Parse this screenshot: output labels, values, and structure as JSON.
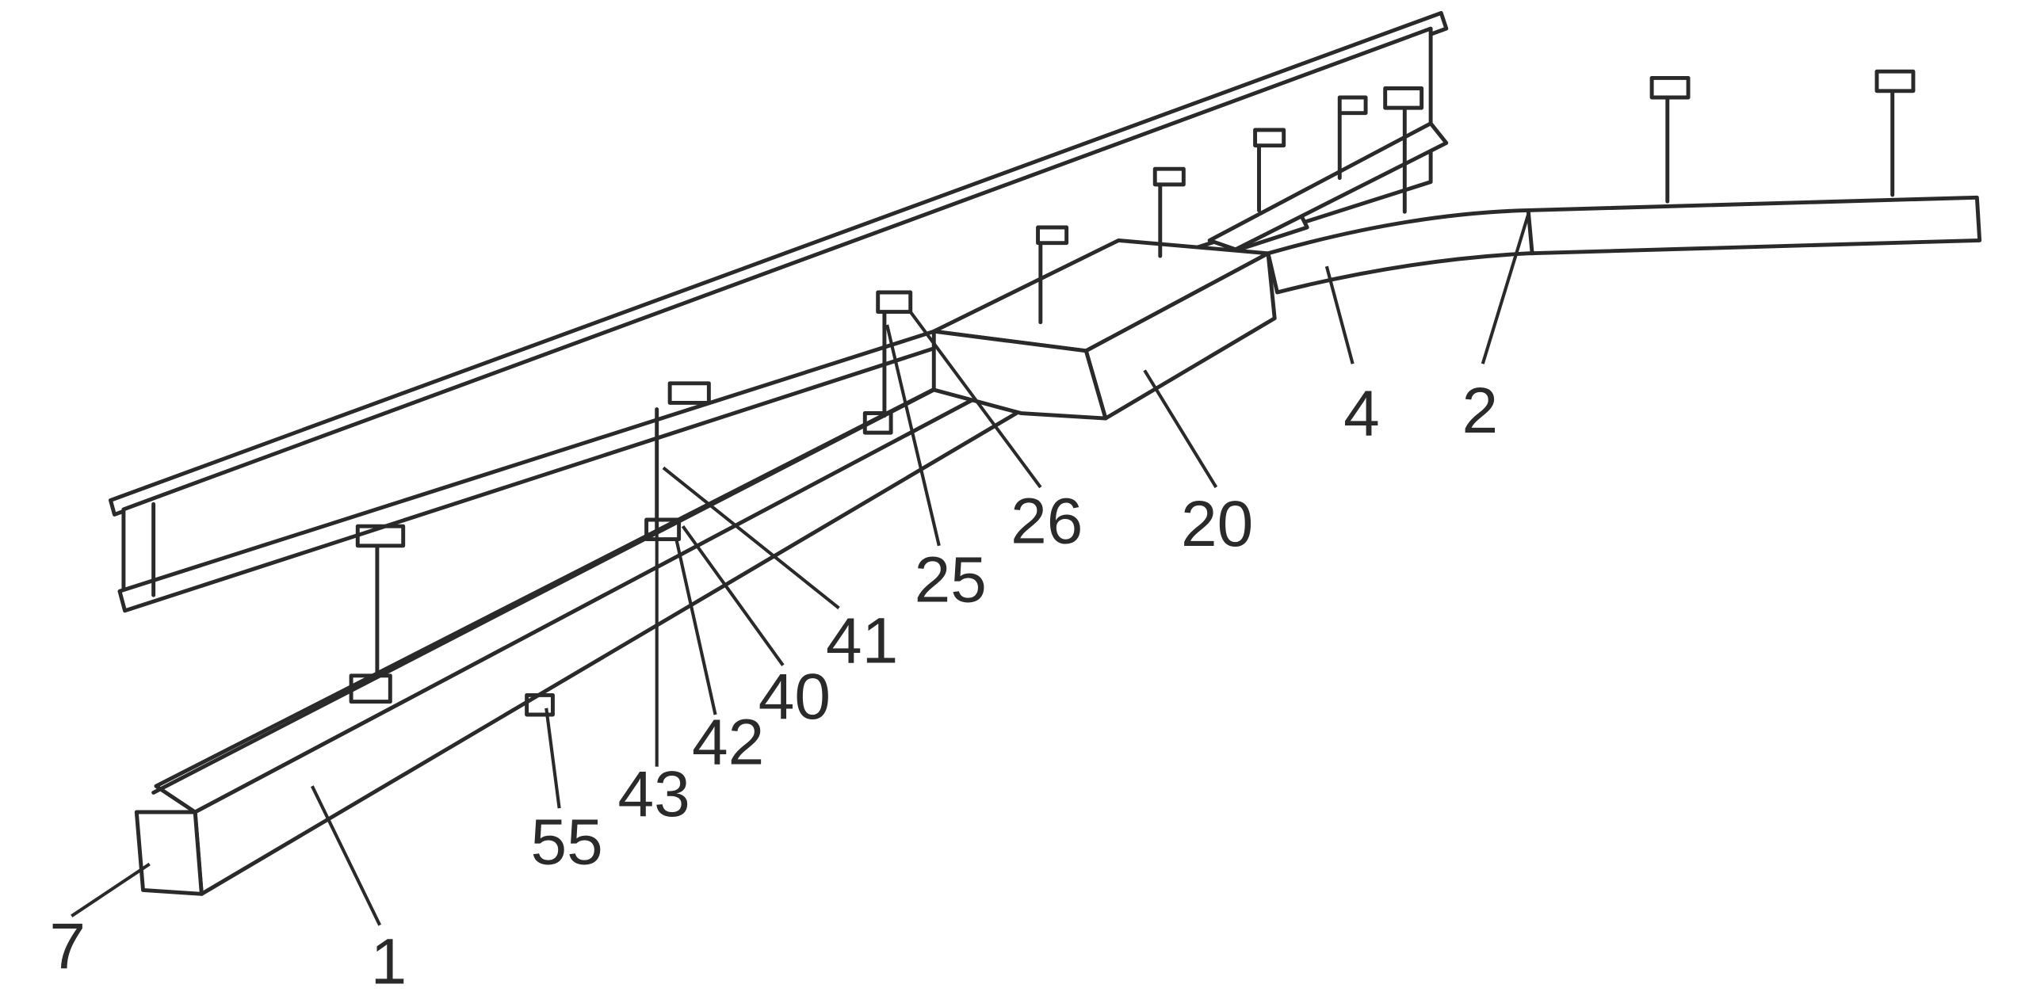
{
  "labels": {
    "end_cap": "7",
    "main_rail": "1",
    "trolley": "55",
    "clamp_43": "43",
    "clamp_42": "42",
    "clamp_40": "40",
    "hanger_41": "41",
    "hanger_25": "25",
    "clamp_26": "26",
    "junction_box": "20",
    "branch_rail": "4",
    "rail_2": "2"
  }
}
